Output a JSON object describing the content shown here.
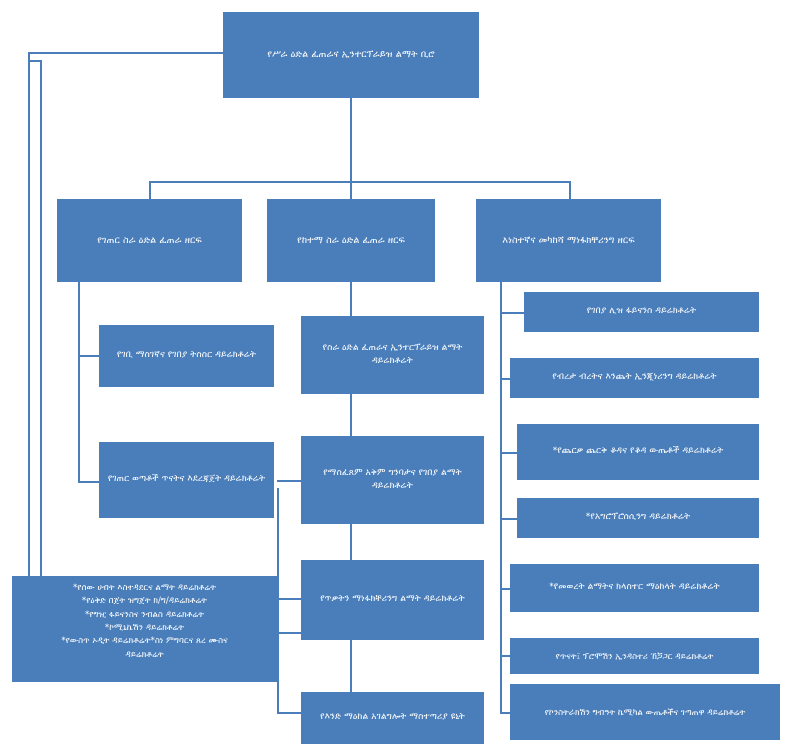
{
  "chart": {
    "title": "Organizational Structure Chart",
    "type": "org-chart",
    "accent_color": "#4a7ebb",
    "text_color": "#ffffff",
    "background_color": "#ffffff"
  },
  "root": {
    "label": "የሥራ ዕድል ፈጠራና ኢንተርፕራይዝ ልማት ቢሮ"
  },
  "divisions": [
    {
      "label": "የገጠር ስራ ዕድል ፈጠራ ዘርፍ"
    },
    {
      "label": "የከተማ ስራ ዕድል ፈጠራ ዘርፍ"
    },
    {
      "label": "እነስተኛና መካከሻ ማነፋክቸሪንግ ዘርፍ"
    }
  ],
  "left_column": [
    {
      "label": "የገቢ ማስገኛና የገበያ ትስስር ዳይሬክቶሬት"
    },
    {
      "label": "የገጠር ወጣቶች ጥናትና እደረጃጀት ዳይሬክቶሬት"
    }
  ],
  "middle_column": [
    {
      "label": "የስራ ዕድል ፈጠራና ኢንተርፕራይዝ ልማት ዳይሬክቶሬት"
    },
    {
      "label": "የማስፈጸም አቅም ግንባታና የገበያ ልማት ዳይሬክቶሬት"
    },
    {
      "label": "የጥቃትን ማነፋክቸሪንግ ልማት ዳይሬክቶሬት"
    },
    {
      "label": "የእንድ ማዕከል አገልግሎት ማስተጣሪያ ዩኒት"
    }
  ],
  "right_column": [
    {
      "label": "የገበያ ሊዝ ፋይናንስ ዳይሬክቶሬት"
    },
    {
      "label": "የብረታ ብረትና እንጨት ኢንጂነሪንግ ዳይሬክቶሬት"
    },
    {
      "label": "*የጨርቃ ጨርቅ ቆዳና የቆዳ ውጤቶች ዳይሬክቶሬት"
    },
    {
      "label": "*የአግሮፕሮሰሲንግ ዳይሬክቶሬት"
    },
    {
      "label": "*የመወረት ልማትና ክላስተር ማዕከላት ዳይሬክቶሬት"
    },
    {
      "label": "የጥናት፤ ፕሮሞሽን ኢንዳስተሪ ኸጛጋር ዳይሬክቶሬት"
    },
    {
      "label": "የኮንስትራክሽን ግብዓት ኬሚካል ውጤቶችና ገጣጠዋ ዳይሬክቶሬት"
    }
  ],
  "support_note": {
    "lines": [
      "*የሰው ሀብት እስተዳደርና ልማት ዳይሬክቶሬት",
      "*የዕቅድ በጀት ዝግጀት ክ/ግ/ዳይሬክቶሬት",
      "*የግዢ ፋይናንስና ንብልስ ዳይሬክቶሬት",
      "*ኮሚኒኬሽን ዳይሬክቶሬት",
      "*የውስጥ ኦዲት ዳይሬክቶሬት*ስነ ምግባርና ጸረ ሙስና",
      "ዳይሬክቶሬት"
    ]
  }
}
